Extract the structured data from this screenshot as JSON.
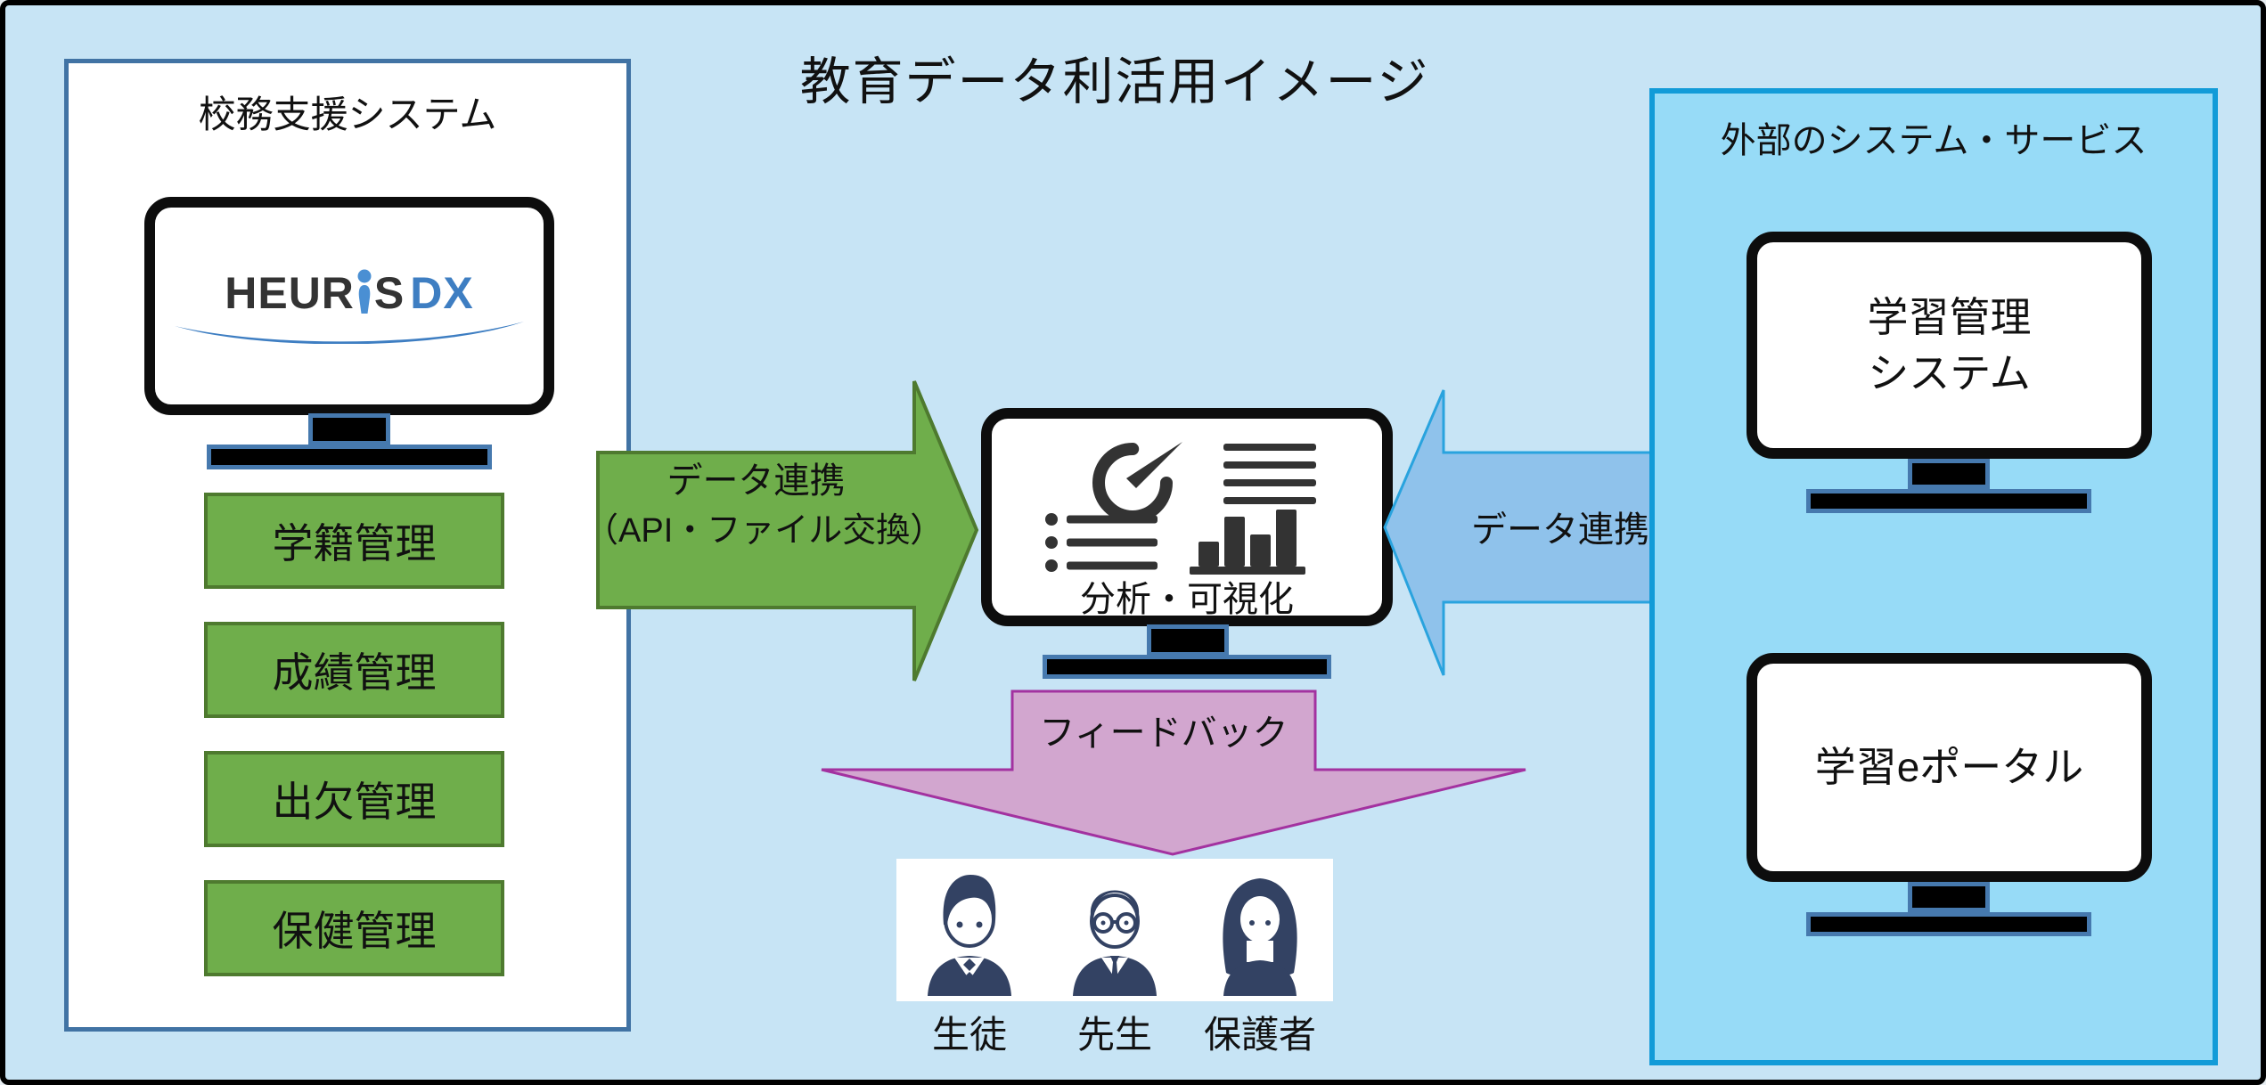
{
  "title": "教育データ利活用イメージ",
  "left_panel": {
    "title": "校務支援システム",
    "logo": {
      "part1": "HEUR",
      "part2": "S",
      "part3": "DX"
    },
    "modules": [
      {
        "label": "学籍管理"
      },
      {
        "label": "成績管理"
      },
      {
        "label": "出欠管理"
      },
      {
        "label": "保健管理"
      }
    ]
  },
  "center": {
    "analysis_label": "分析・可視化",
    "icons": [
      "gauge-icon",
      "text-lines-icon",
      "bullet-list-icon",
      "bar-chart-icon"
    ]
  },
  "arrows": {
    "left_data_link_line1": "データ連携",
    "left_data_link_line2": "（API・ファイル交換）",
    "right_data_link": "データ連携",
    "feedback": "フィードバック"
  },
  "right_panel": {
    "title": "外部のシステム・サービス",
    "monitor1_line1": "学習管理",
    "monitor1_line2": "システム",
    "monitor2_label": "学習eポータル"
  },
  "audience": [
    {
      "role": "生徒"
    },
    {
      "role": "先生"
    },
    {
      "role": "保護者"
    }
  ],
  "colors": {
    "background": "#C7E4F5",
    "outer_border": "#000000",
    "left_panel_border": "#4173A4",
    "green_fill": "#6FAE4B",
    "green_border": "#4E7A2F",
    "blue_arrow_fill": "#8FC2EB",
    "blue_arrow_border": "#29A3DE",
    "pink_arrow_fill": "#D2A6CF",
    "pink_arrow_border": "#A332A0",
    "right_panel_fill": "#97DBF7",
    "right_panel_border": "#129BD8",
    "logo_blue": "#3E7EC2",
    "avatar_navy": "#334263",
    "icon_dark": "#333333"
  }
}
